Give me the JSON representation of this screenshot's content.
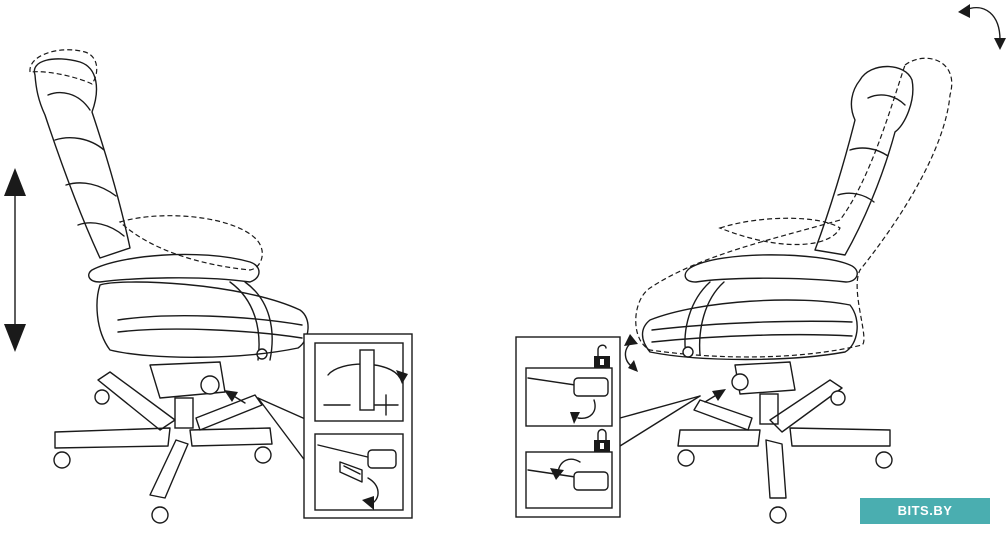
{
  "watermark": {
    "text": "BITS.BY",
    "color": "#4aaeb0"
  },
  "figures": [
    {
      "name": "height-adjust-chair",
      "icons": [
        "vertical-double-arrow-icon",
        "lever-arrow-icon"
      ]
    },
    {
      "name": "tilt-adjust-chair",
      "icons": [
        "recline-arrow-icon",
        "unlock-icon",
        "lock-icon"
      ]
    }
  ]
}
